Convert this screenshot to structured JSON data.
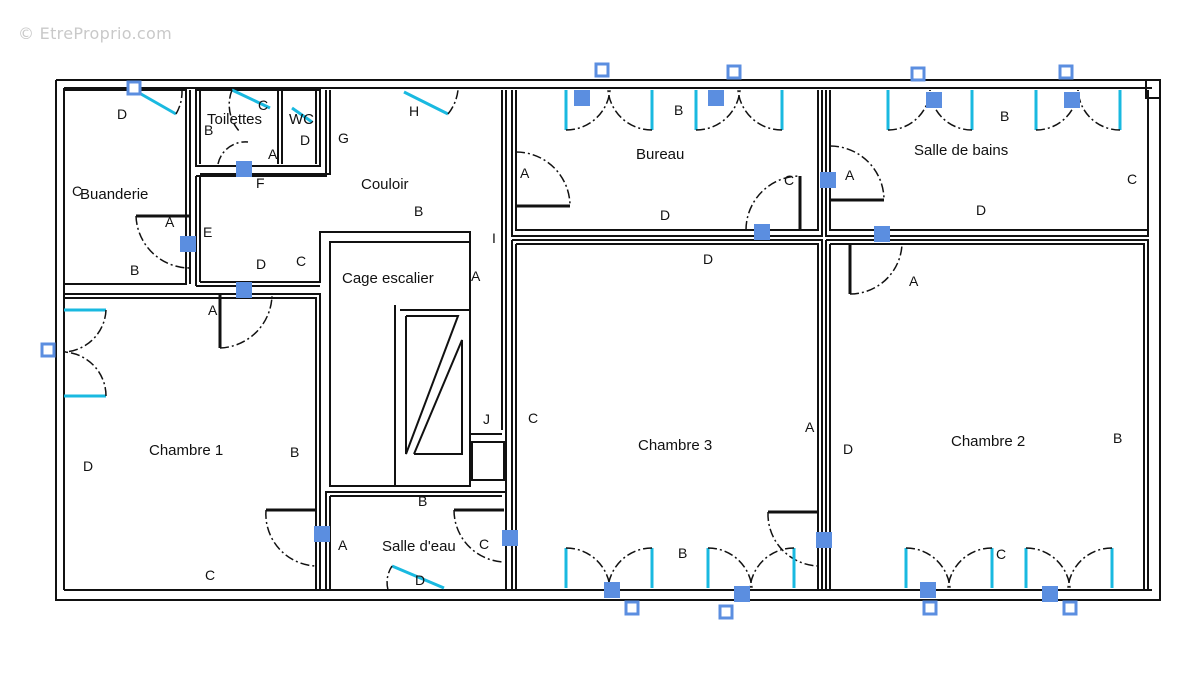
{
  "watermark": "© EtreProprio.com",
  "rooms": {
    "buanderie": "Buanderie",
    "toilettes": "Toilettes",
    "wc": "WC",
    "couloir": "Couloir",
    "cage_escalier": "Cage escalier",
    "bureau": "Bureau",
    "salle_de_bains": "Salle de bains",
    "chambre1": "Chambre 1",
    "chambre2": "Chambre 2",
    "chambre3": "Chambre 3",
    "salle_eau": "Salle d'eau"
  },
  "wall_labels": {
    "buanderie": [
      "D",
      "C",
      "A",
      "B"
    ],
    "toilettes": [
      "C",
      "B",
      "A",
      "F"
    ],
    "wc": [
      "D"
    ],
    "couloir": [
      "G",
      "H",
      "B",
      "E",
      "D",
      "C",
      "I"
    ],
    "cage_escalier": [
      "A",
      "J"
    ],
    "bureau": [
      "A",
      "B",
      "C",
      "D"
    ],
    "salle_de_bains": [
      "A",
      "B",
      "C",
      "D"
    ],
    "chambre1": [
      "A",
      "B",
      "C",
      "D"
    ],
    "salle_eau": [
      "B",
      "A",
      "C",
      "D"
    ],
    "chambre3": [
      "D",
      "C",
      "A",
      "B"
    ],
    "chambre2": [
      "A",
      "D",
      "B",
      "C"
    ]
  },
  "colors": {
    "wall": "#111111",
    "window": "#19b9e0",
    "sensor": "#5b8ee0"
  }
}
